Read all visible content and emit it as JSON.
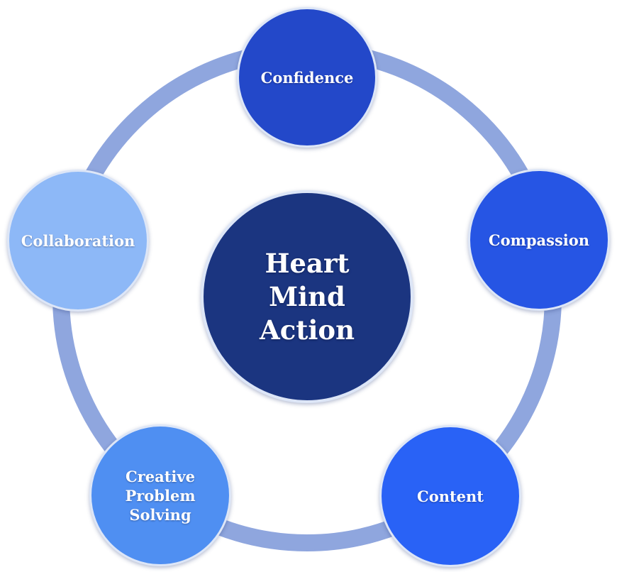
{
  "center": {
    "label": "Heart\nMind\nAction",
    "color": "#1b3580"
  },
  "nodes": {
    "confidence": {
      "label": "Confidence",
      "color": "#2348c9"
    },
    "compassion": {
      "label": "Compassion",
      "color": "#2655e4"
    },
    "content": {
      "label": "Content",
      "color": "#2962f6"
    },
    "creative": {
      "label": "Creative\nProblem\nSolving",
      "color": "#4f8ff2"
    },
    "collaboration": {
      "label": "Collaboration",
      "color": "#8db8f7"
    }
  },
  "ring_color": "#8fa6de"
}
